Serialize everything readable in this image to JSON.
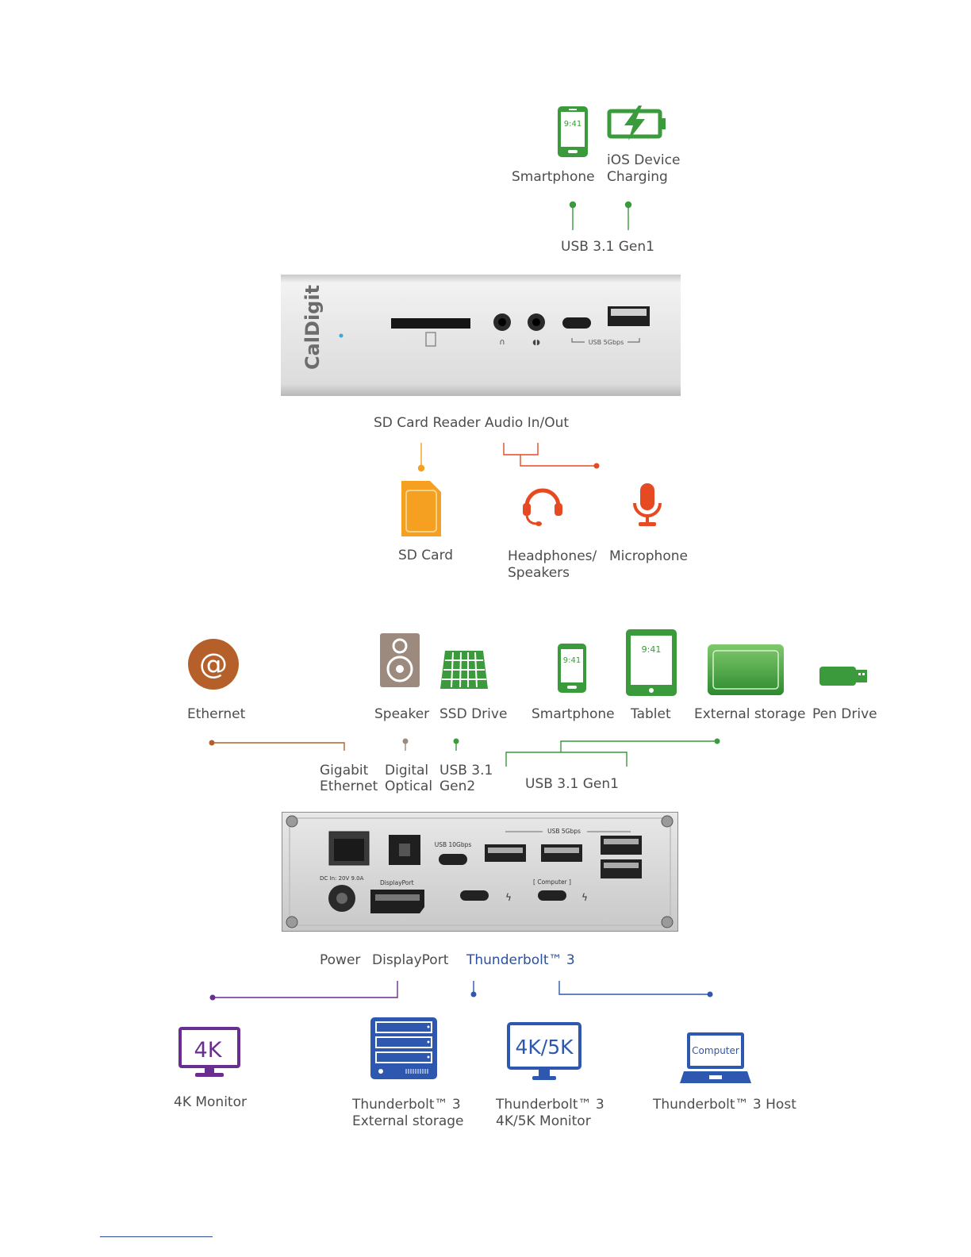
{
  "colors": {
    "green": "#3a9a3c",
    "orange": "#f5a020",
    "red": "#e54a23",
    "brown": "#b5602a",
    "taupe": "#9c8a7e",
    "purple": "#6a2d90",
    "blue": "#2e58b0",
    "label": "#4d4d4d",
    "thunderbolt_label": "#2b4fa0"
  },
  "front": {
    "devices": {
      "smartphone": "Smartphone",
      "ios_charging_1": "iOS Device",
      "ios_charging_2": "Charging"
    },
    "port_group_usb": "USB 3.1 Gen1",
    "brand": "CalDigit",
    "panel_usb_text": "USB 5Gbps",
    "below_ports": {
      "sd_reader": "SD Card Reader",
      "audio": "Audio In/Out"
    },
    "bottom_devices": {
      "sd_card": "SD Card",
      "headphones_1": "Headphones/",
      "headphones_2": "Speakers",
      "microphone": "Microphone"
    },
    "icon_names": [
      "smartphone-icon",
      "battery-charging-icon",
      "sd-card-icon",
      "headset-icon",
      "microphone-icon"
    ]
  },
  "rear": {
    "top_devices": {
      "ethernet": "Ethernet",
      "speaker": "Speaker",
      "ssd": "SSD Drive",
      "smartphone": "Smartphone",
      "tablet": "Tablet",
      "external_storage": "External storage",
      "pen_drive": "Pen Drive"
    },
    "port_labels": {
      "gigabit_1": "Gigabit",
      "gigabit_2": "Ethernet",
      "optical_1": "Digital",
      "optical_2": "Optical",
      "usb31g2_1": "USB 3.1",
      "usb31g2_2": "Gen2",
      "usb31g1": "USB 3.1 Gen1"
    },
    "panel_text": {
      "usb_10": "USB 10Gbps",
      "usb_5": "USB 5Gbps",
      "dc_in": "DC In: 20V 9.0A",
      "displayport": "DisplayPort",
      "computer": "[ Computer ]"
    },
    "bottom_ports": {
      "power": "Power",
      "displayport": "DisplayPort",
      "thunderbolt": "Thunderbolt™ 3"
    },
    "bottom_devices": {
      "monitor_4k": "4K Monitor",
      "tb_storage_1": "Thunderbolt™ 3",
      "tb_storage_2": "External storage",
      "tb_monitor_1": "Thunderbolt™ 3",
      "tb_monitor_2": "4K/5K Monitor",
      "tb_host": "Thunderbolt™ 3 Host"
    },
    "icon_texts": {
      "monitor_4k": "4K",
      "monitor_5k": "4K/5K",
      "laptop": "Computer",
      "phone_time": "9:41",
      "at": "@"
    }
  }
}
